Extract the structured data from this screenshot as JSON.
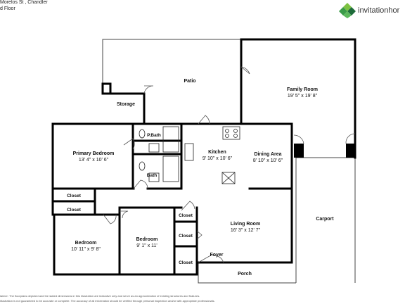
{
  "header": {
    "address": "Morelos St , Chandler",
    "floor": "d Floor"
  },
  "brand": {
    "name": "invitationhor",
    "colors": [
      "#3a9b48",
      "#7dc242",
      "#1e6b3a",
      "#5cb85c"
    ]
  },
  "rooms": {
    "patio": "Patio",
    "storage": "Storage",
    "family_room": "Family Room",
    "family_room_dim": "19' 5\" x 19' 8\"",
    "pbath": "P.Bath",
    "primary_bedroom": "Primary Bedroom",
    "primary_bedroom_dim": "13' 4\" x 10' 6\"",
    "kitchen": "Kitchen",
    "kitchen_dim": "9' 10\" x 10' 6\"",
    "dining_area": "Dining Area",
    "dining_area_dim": "8' 10\" x 10' 6\"",
    "bath": "Bath",
    "closet": "Closet",
    "living_room": "Living Room",
    "living_room_dim": "16' 3\" x 12' 7\"",
    "carport": "Carport",
    "bedroom": "Bedroom",
    "bedroom1_dim": "10' 11\" x 9' 8\"",
    "bedroom2_dim": "9' 1\" x 11'",
    "foyer": "Foyer",
    "porch": "Porch"
  },
  "disclaimer": {
    "line1": "laimer: The floorplans depicted and the stated dimensions in this illustration are indicative only and serve as an approximation of existing structures and features.",
    "line2": "illustration is not guaranteed to be accurate or complete. The accuracy of all information should be verified through personal inspection and/or with appropriate professionals."
  }
}
